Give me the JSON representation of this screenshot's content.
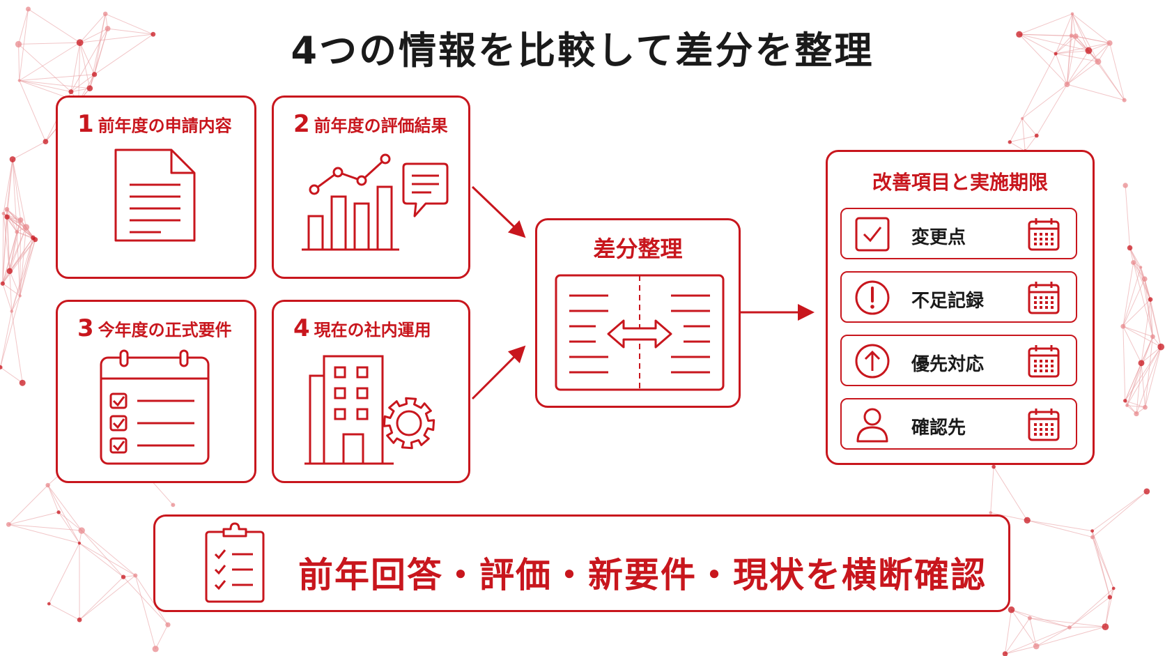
{
  "title": "4つの情報を比較して差分を整理",
  "inputs": [
    {
      "number": "1",
      "label": "前年度の申請内容",
      "icon": "document-icon"
    },
    {
      "number": "2",
      "label": "前年度の評価結果",
      "icon": "bar-chart-comment-icon"
    },
    {
      "number": "3",
      "label": "今年度の正式要件",
      "icon": "calendar-checklist-icon"
    },
    {
      "number": "4",
      "label": "現在の社内運用",
      "icon": "building-gear-icon"
    }
  ],
  "center": {
    "title": "差分整理",
    "icon": "compare-arrows-icon"
  },
  "output": {
    "title": "改善項目と実施期限",
    "items": [
      {
        "label": "変更点",
        "icon": "checkbox-icon"
      },
      {
        "label": "不足記録",
        "icon": "exclamation-icon"
      },
      {
        "label": "優先対応",
        "icon": "up-arrow-icon"
      },
      {
        "label": "確認先",
        "icon": "person-icon"
      }
    ]
  },
  "summary": {
    "text": "前年回答・評価・新要件・現状を横断確認",
    "icon": "clipboard-checklist-icon"
  },
  "colors": {
    "accent": "#c8161d",
    "text": "#1a1a1a",
    "background": "#ffffff"
  }
}
